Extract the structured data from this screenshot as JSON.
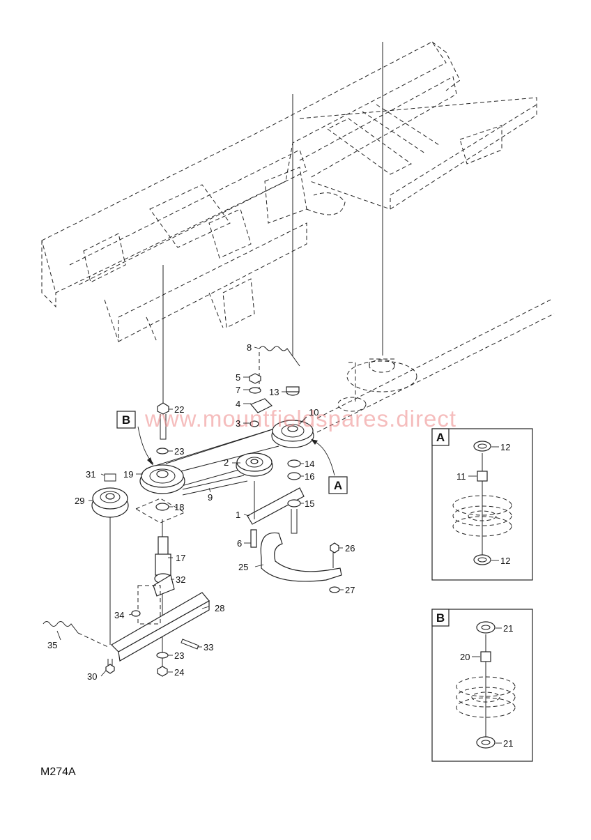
{
  "diagram": {
    "code": "M274A",
    "watermark": "www.mountfieldspares.direct",
    "callouts": {
      "A": "A",
      "B": "B"
    },
    "part_labels": [
      "1",
      "2",
      "3",
      "4",
      "5",
      "6",
      "7",
      "8",
      "9",
      "10",
      "12",
      "13",
      "14",
      "15",
      "16",
      "17",
      "18",
      "19",
      "20",
      "21",
      "22",
      "23",
      "24",
      "25",
      "26",
      "27",
      "28",
      "29",
      "30",
      "31",
      "32",
      "33",
      "34",
      "35",
      "11"
    ],
    "inset_A": {
      "title": "A",
      "labels": [
        "12",
        "11",
        "12"
      ]
    },
    "inset_B": {
      "title": "B",
      "labels": [
        "21",
        "20",
        "21"
      ]
    },
    "colors": {
      "line": "#222222",
      "watermark": "#e88888",
      "background": "#ffffff"
    }
  }
}
